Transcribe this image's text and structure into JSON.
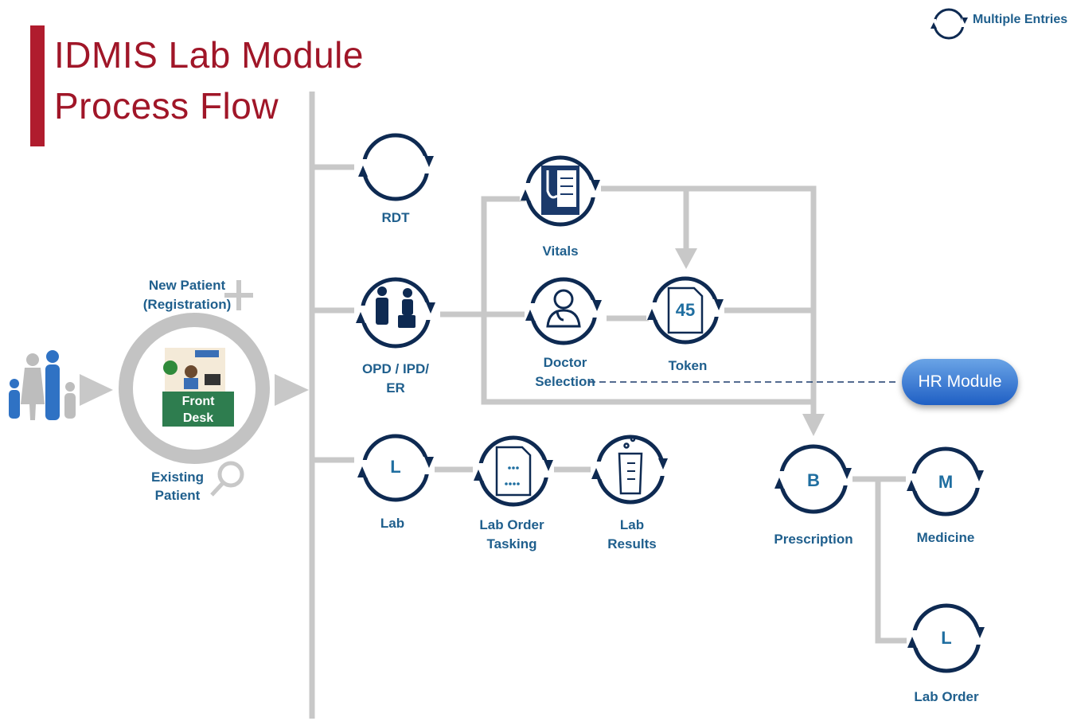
{
  "title": {
    "line1": "IDMIS Lab Module",
    "line2": "Process Flow"
  },
  "legend": {
    "label": "Multiple Entries"
  },
  "entry": {
    "new_patient": "New Patient",
    "registration": "(Registration)",
    "existing_line1": "Existing",
    "existing_line2": "Patient",
    "front_desk_line1": "Front",
    "front_desk_line2": "Desk"
  },
  "nodes": {
    "rdt": "RDT",
    "opd_line1": "OPD / IPD/",
    "opd_line2": "ER",
    "lab": "Lab",
    "lab_letter": "L",
    "lab_order_tasking_line1": "Lab Order",
    "lab_order_tasking_line2": "Tasking",
    "lab_results_line1": "Lab",
    "lab_results_line2": "Results",
    "vitals": "Vitals",
    "doctor_line1": "Doctor",
    "doctor_line2": "Selection",
    "token": "Token",
    "token_number": "45",
    "prescription": "Prescription",
    "prescription_letter": "B",
    "medicine": "Medicine",
    "medicine_letter": "M",
    "lab_order": "Lab Order",
    "lab_order_letter": "L"
  },
  "hr_module": {
    "label": "HR Module"
  },
  "colors": {
    "title_red": "#a01628",
    "label_blue": "#1f5f8d",
    "node_navy": "#0e2a52",
    "connector_gray": "#c8c8c8",
    "hr_button_blue": "#2f72d4"
  },
  "icons": {
    "family": "family-icon",
    "plus": "plus-icon",
    "magnifier": "magnifier-icon",
    "receptionist": "receptionist-icon",
    "doctor_patient": "doctor-patient-icon",
    "vitals": "vitals-chart-icon",
    "doctor": "doctor-icon",
    "document": "document-icon",
    "beaker": "beaker-icon"
  }
}
